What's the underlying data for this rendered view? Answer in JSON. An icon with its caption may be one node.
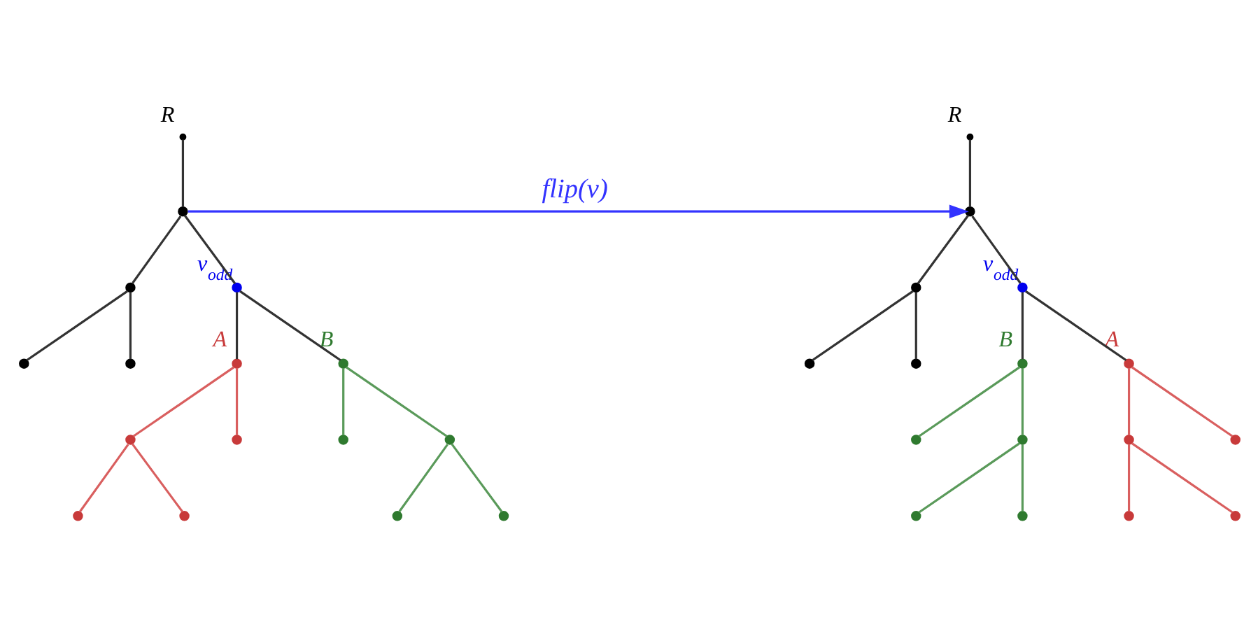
{
  "diagram": {
    "nodes": [
      {
        "text": [],
        "shape": "cross",
        "beside": [
          "R"
        ]
      },
      {
        "text": [],
        "shape": "circle"
      },
      {
        "text": [],
        "shape": "circle"
      },
      {
        "text": [],
        "shape": "circle",
        "beside": [
          "v$_{odd}$"
        ]
      },
      {
        "text": [],
        "shape": "circle"
      },
      {
        "text": [],
        "shape": "circle"
      },
      {
        "text": [],
        "shape": "circle",
        "beside": [
          "A"
        ]
      },
      {
        "text": [],
        "shape": "circle",
        "beside": [
          "B"
        ]
      },
      {
        "text": [],
        "shape": "circle"
      },
      {
        "text": [],
        "shape": "circle"
      },
      {
        "text": [],
        "shape": "circle"
      },
      {
        "text": [],
        "shape": "circle"
      },
      {
        "text": [],
        "shape": "circle"
      },
      {
        "text": [],
        "shape": "circle"
      },
      {
        "text": [],
        "shape": "circle"
      },
      {
        "text": [],
        "shape": "circle"
      },
      {
        "text": [],
        "shape": "cross",
        "beside": [
          "R"
        ]
      },
      {
        "text": [],
        "shape": "circle"
      },
      {
        "text": [],
        "shape": "circle"
      },
      {
        "text": [],
        "shape": "circle",
        "beside": [
          "v$_{odd}$"
        ]
      },
      {
        "text": [],
        "shape": "circle"
      },
      {
        "text": [],
        "shape": "circle"
      },
      {
        "text": [],
        "shape": "circle",
        "beside": [
          "B"
        ]
      },
      {
        "text": [],
        "shape": "circle",
        "beside": [
          "A"
        ]
      },
      {
        "text": [],
        "shape": "circle"
      },
      {
        "text": [],
        "shape": "circle"
      },
      {
        "text": [],
        "shape": "circle"
      },
      {
        "text": [],
        "shape": "circle"
      },
      {
        "text": [],
        "shape": "circle"
      },
      {
        "text": [],
        "shape": "circle"
      },
      {
        "text": [],
        "shape": "circle"
      },
      {
        "text": [],
        "shape": "circle"
      }
    ],
    "edges": [
      {
        "from": 0,
        "to": 1,
        "arrow": "none"
      },
      {
        "from": 1,
        "to": 2,
        "arrow": "none"
      },
      {
        "from": 1,
        "to": 3,
        "arrow": "none"
      },
      {
        "from": 2,
        "to": 4,
        "arrow": "none"
      },
      {
        "from": 2,
        "to": 5,
        "arrow": "none"
      },
      {
        "from": 3,
        "to": 6,
        "arrow": "none"
      },
      {
        "from": 3,
        "to": 7,
        "arrow": "none"
      },
      {
        "from": 6,
        "to": 8,
        "arrow": "none",
        "color": "#d95f5f"
      },
      {
        "from": 6,
        "to": 9,
        "arrow": "none",
        "color": "#d95f5f"
      },
      {
        "from": 8,
        "to": 10,
        "arrow": "none",
        "color": "#d95f5f"
      },
      {
        "from": 8,
        "to": 11,
        "arrow": "none",
        "color": "#d95f5f"
      },
      {
        "from": 7,
        "to": 12,
        "arrow": "none",
        "color": "#5a9a5a"
      },
      {
        "from": 7,
        "to": 13,
        "arrow": "none",
        "color": "#5a9a5a"
      },
      {
        "from": 13,
        "to": 14,
        "arrow": "none",
        "color": "#5a9a5a"
      },
      {
        "from": 13,
        "to": 15,
        "arrow": "none",
        "color": "#5a9a5a"
      },
      {
        "from": 16,
        "to": 17,
        "arrow": "none"
      },
      {
        "from": 17,
        "to": 18,
        "arrow": "none"
      },
      {
        "from": 17,
        "to": 19,
        "arrow": "none"
      },
      {
        "from": 18,
        "to": 20,
        "arrow": "none"
      },
      {
        "from": 18,
        "to": 21,
        "arrow": "none"
      },
      {
        "from": 19,
        "to": 22,
        "arrow": "none"
      },
      {
        "from": 19,
        "to": 23,
        "arrow": "none"
      },
      {
        "from": 22,
        "to": 24,
        "arrow": "none",
        "color": "#5a9a5a"
      },
      {
        "from": 22,
        "to": 25,
        "arrow": "none",
        "color": "#5a9a5a"
      },
      {
        "from": 25,
        "to": 26,
        "arrow": "none",
        "color": "#5a9a5a"
      },
      {
        "from": 25,
        "to": 27,
        "arrow": "none",
        "color": "#5a9a5a"
      },
      {
        "from": 23,
        "to": 28,
        "arrow": "none",
        "color": "#d95f5f"
      },
      {
        "from": 23,
        "to": 29,
        "arrow": "none",
        "color": "#d95f5f"
      },
      {
        "from": 28,
        "to": 30,
        "arrow": "none",
        "color": "#d95f5f"
      },
      {
        "from": 28,
        "to": 31,
        "arrow": "none",
        "color": "#d95f5f"
      },
      {
        "from": 1,
        "to": 17,
        "arrow": "to",
        "label": "flip(v)",
        "color": "#3333ff"
      }
    ]
  }
}
